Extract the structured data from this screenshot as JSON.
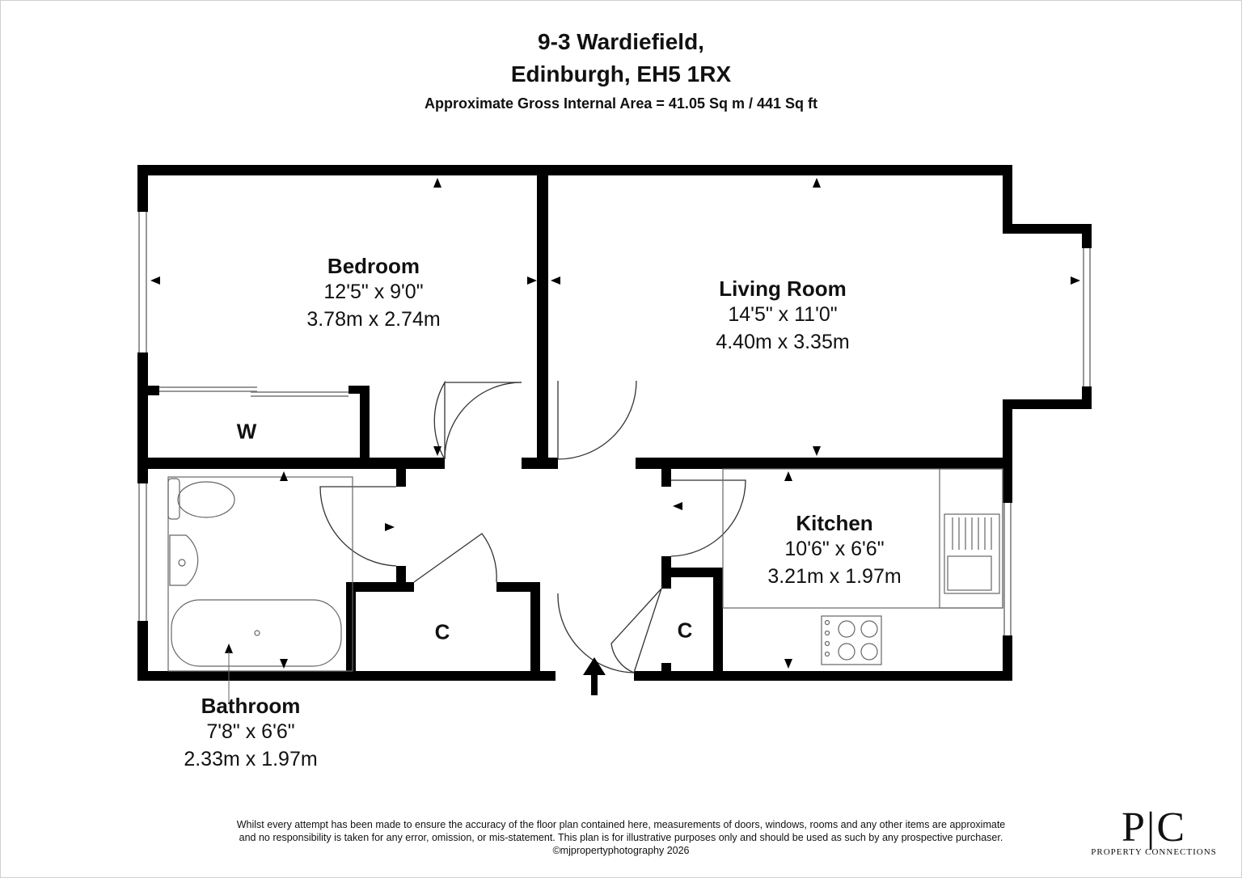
{
  "header": {
    "address_line1": "9-3 Wardiefield,",
    "address_line2": "Edinburgh, EH5 1RX",
    "area": "Approximate Gross Internal Area = 41.05 Sq m / 441 Sq ft"
  },
  "rooms": {
    "bedroom": {
      "name": "Bedroom",
      "imperial": "12'5\" x 9'0\"",
      "metric": "3.78m x 2.74m"
    },
    "living": {
      "name": "Living Room",
      "imperial": "14'5\" x 11'0\"",
      "metric": "4.40m x 3.35m"
    },
    "kitchen": {
      "name": "Kitchen",
      "imperial": "10'6\" x 6'6\"",
      "metric": "3.21m x 1.97m"
    },
    "bathroom": {
      "name": "Bathroom",
      "imperial": "7'8\" x 6'6\"",
      "metric": "2.33m x 1.97m"
    }
  },
  "fixtures": {
    "wardrobe": "W",
    "cupboard_left": "C",
    "cupboard_right": "C"
  },
  "footer": {
    "disclaimer_line1": "Whilst every attempt has been made to ensure the accuracy of the floor plan contained here, measurements of doors, windows, rooms and any other items are approximate",
    "disclaimer_line2": "and no responsibility is taken for any error, omission, or mis-statement. This plan is for illustrative purposes only and should be used as such by any prospective purchaser.",
    "copyright": "©mjpropertyphotography 2026"
  },
  "logo": {
    "mark": "P|C",
    "subtitle": "PROPERTY CONNECTIONS"
  },
  "colors": {
    "wall": "#000000",
    "fixture": "#555555",
    "background": "#ffffff"
  }
}
